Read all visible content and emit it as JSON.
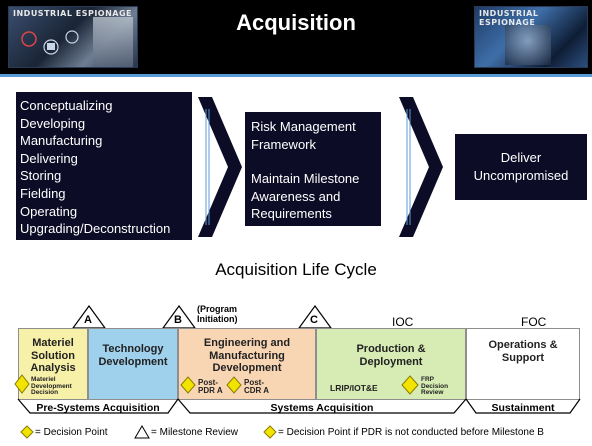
{
  "header": {
    "title": "Acquisition",
    "banner_left": "INDUSTRIAL ESPIONAGE",
    "banner_right": "INDUSTRIAL ESPIONAGE"
  },
  "flow": {
    "activities": [
      "Conceptualizing",
      "Developing",
      "Manufacturing",
      "Delivering",
      "Storing",
      "Fielding",
      "Operating",
      "Upgrading/Deconstruction"
    ],
    "middle_line1": "Risk Management Framework",
    "middle_line2": "Maintain Milestone Awareness and Requirements",
    "deliver": "Deliver Uncompromised"
  },
  "lifecycle": {
    "title": "Acquisition Life Cycle",
    "milestones": {
      "a": "A",
      "b": "B",
      "c": "C"
    },
    "program_initiation": "(Program Initiation)",
    "ioc": "IOC",
    "foc": "FOC",
    "phases": {
      "msa": "Materiel Solution Analysis",
      "td": "Technology Development",
      "emd": "Engineering and Manufacturing Development",
      "pd": "Production & Deployment",
      "os": "Operations & Support"
    },
    "decisions": {
      "mdd": "Materiel Development Decision",
      "post_pdr": "Post-PDR A",
      "post_cdr": "Post-CDR A",
      "lrip": "LRIP/IOT&E",
      "frp": "FRP Decision Review"
    },
    "stages": {
      "pre": "Pre-Systems Acquisition",
      "sys": "Systems Acquisition",
      "sus": "Sustainment"
    },
    "legend": {
      "decision": "= Decision Point",
      "milestone": "= Milestone Review",
      "pdr": "= Decision Point if PDR is not conducted before Milestone B"
    }
  },
  "colors": {
    "msa": "#f7f0a8",
    "td": "#9fd0ec",
    "emd": "#f8d6b4",
    "pd": "#d7ebb4",
    "os": "#ffffff",
    "dark_box": "#0d0c26",
    "diamond": "#f2e300",
    "rule": "#5b9bd5"
  }
}
